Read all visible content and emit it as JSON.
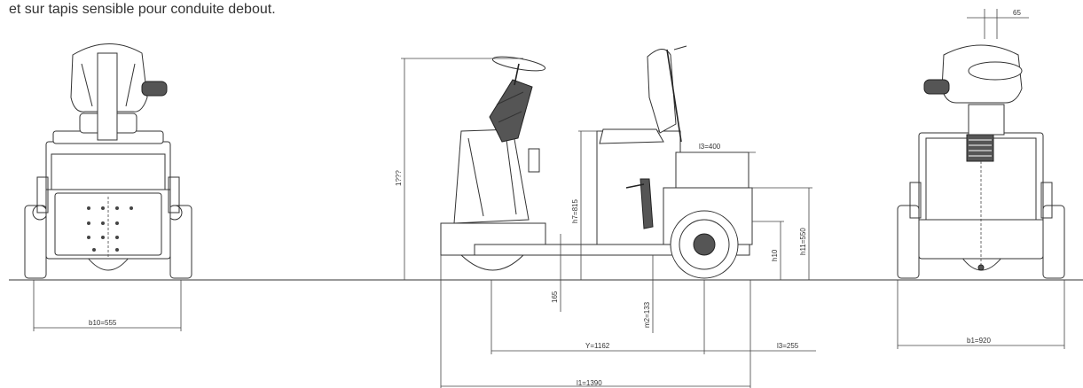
{
  "caption": "et sur tapis sensible pour conduite debout.",
  "dimensions": {
    "front_width": "b10=555",
    "overall_height": "1???",
    "seat_height": "h7=815",
    "rear_overhang": "l3=400",
    "step_height": "h11=550",
    "platform_height": "h10",
    "ground_clearance_front": "165",
    "ground_clearance_mid": "m2=133",
    "wheelbase": "Y=1162",
    "rear_overhang_low": "l3=255",
    "total_length": "l1=1390",
    "rear_width": "b1=920",
    "steering_offset": "65"
  }
}
